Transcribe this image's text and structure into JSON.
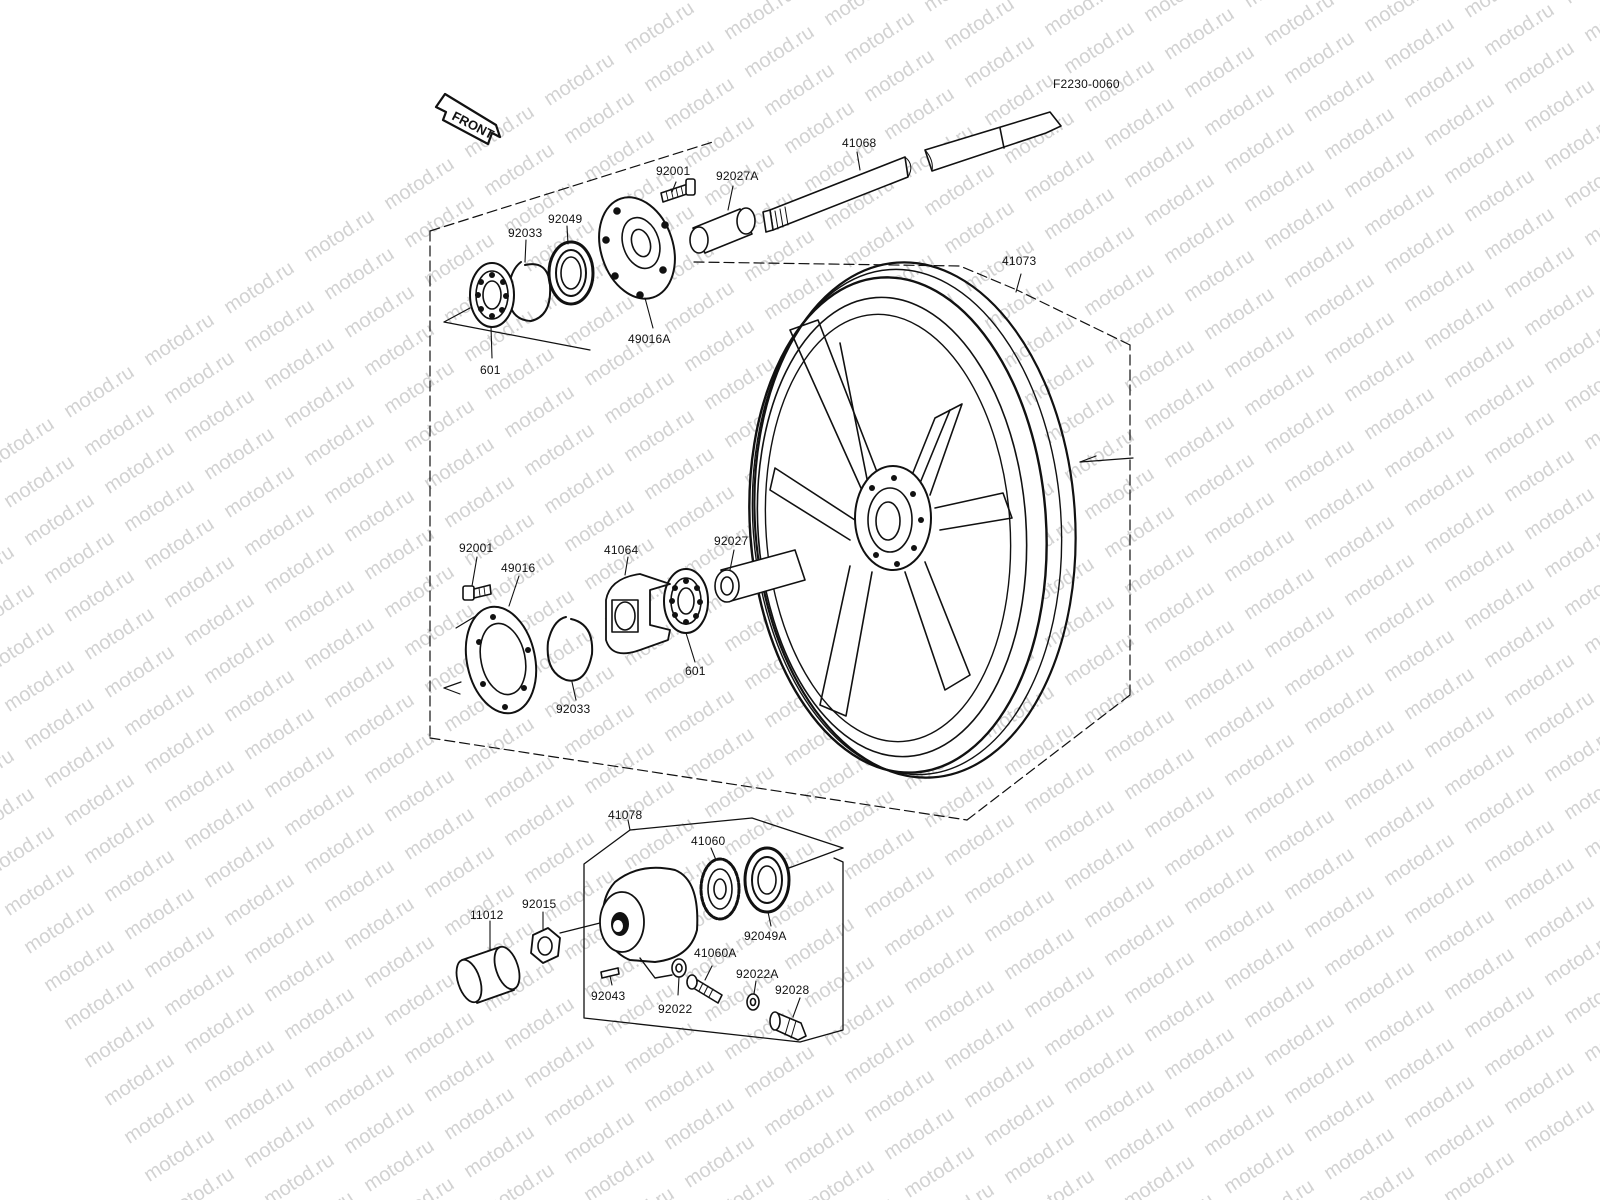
{
  "diagram_code": "F2230-0060",
  "front_label": "FRONT",
  "watermark": "motod.ru",
  "parts": [
    {
      "id": "p-92001-top",
      "number": "92001"
    },
    {
      "id": "p-92027a",
      "number": "92027A"
    },
    {
      "id": "p-41068",
      "number": "41068"
    },
    {
      "id": "p-92049",
      "number": "92049"
    },
    {
      "id": "p-92033-top",
      "number": "92033"
    },
    {
      "id": "p-49016a",
      "number": "49016A"
    },
    {
      "id": "p-601-top",
      "number": "601"
    },
    {
      "id": "p-41073",
      "number": "41073"
    },
    {
      "id": "p-92001-mid",
      "number": "92001"
    },
    {
      "id": "p-49016",
      "number": "49016"
    },
    {
      "id": "p-41064",
      "number": "41064"
    },
    {
      "id": "p-92027",
      "number": "92027"
    },
    {
      "id": "p-601-mid",
      "number": "601"
    },
    {
      "id": "p-92033-mid",
      "number": "92033"
    },
    {
      "id": "p-41078",
      "number": "41078"
    },
    {
      "id": "p-41060",
      "number": "41060"
    },
    {
      "id": "p-11012",
      "number": "11012"
    },
    {
      "id": "p-92015",
      "number": "92015"
    },
    {
      "id": "p-92049a",
      "number": "92049A"
    },
    {
      "id": "p-41060a",
      "number": "41060A"
    },
    {
      "id": "p-92022a",
      "number": "92022A"
    },
    {
      "id": "p-92028",
      "number": "92028"
    },
    {
      "id": "p-92043",
      "number": "92043"
    },
    {
      "id": "p-92022",
      "number": "92022"
    }
  ]
}
